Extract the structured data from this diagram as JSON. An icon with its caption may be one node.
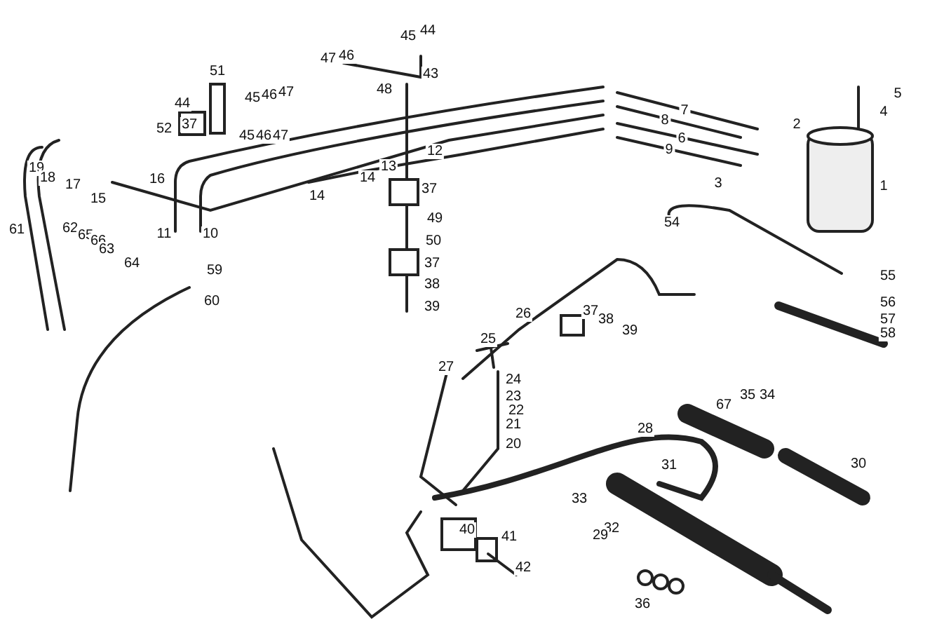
{
  "diagram": {
    "labels": [
      "47",
      "46",
      "45",
      "44",
      "51",
      "43",
      "48",
      "44",
      "45",
      "46",
      "47",
      "5",
      "7",
      "4",
      "37",
      "52",
      "45",
      "46",
      "47",
      "8",
      "2",
      "6",
      "12",
      "9",
      "19",
      "13",
      "18",
      "17",
      "16",
      "14",
      "3",
      "1",
      "15",
      "14",
      "37",
      "54",
      "11",
      "10",
      "61",
      "62",
      "65",
      "66",
      "63",
      "64",
      "49",
      "59",
      "50",
      "37",
      "55",
      "38",
      "60",
      "39",
      "56",
      "26",
      "37",
      "38",
      "57",
      "39",
      "25",
      "58",
      "24",
      "27",
      "23",
      "35",
      "34",
      "22",
      "67",
      "21",
      "28",
      "20",
      "31",
      "30",
      "33",
      "40",
      "32",
      "41",
      "29",
      "42",
      "36"
    ]
  }
}
